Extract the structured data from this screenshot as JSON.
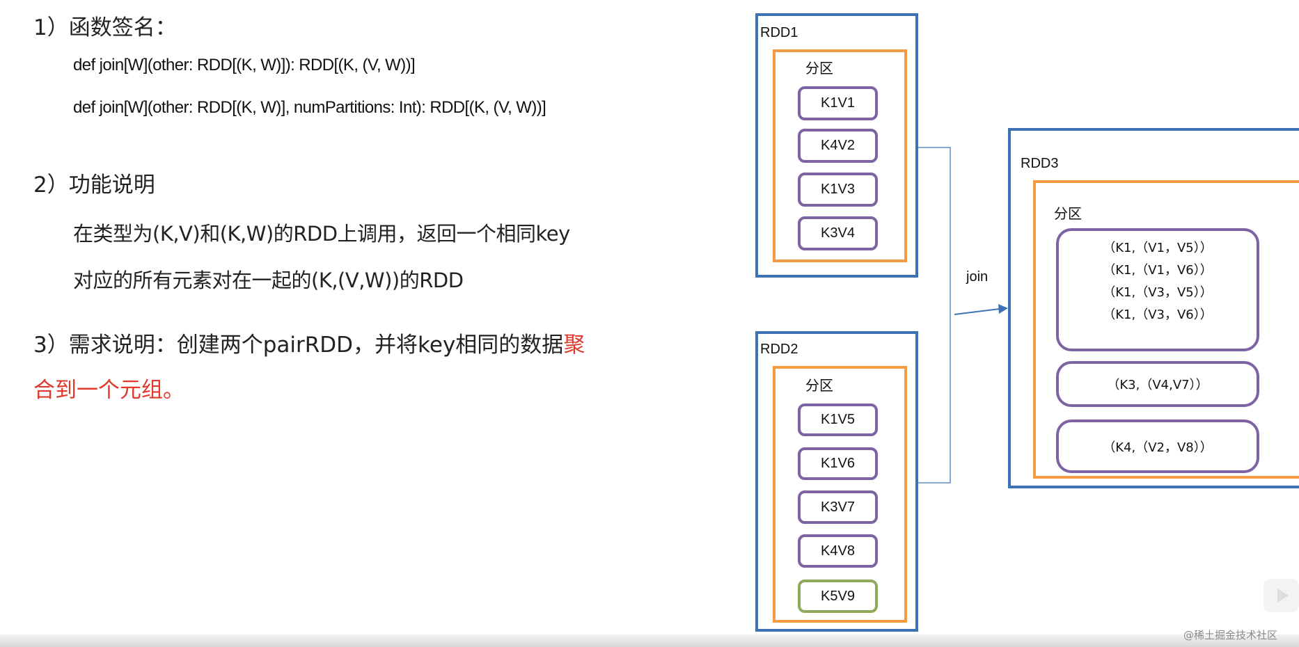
{
  "left": {
    "section1_title": "1）函数签名：",
    "signature1": "def join[W](other: RDD[(K, W)]): RDD[(K, (V, W))]",
    "signature2": "def join[W](other: RDD[(K, W)], numPartitions: Int): RDD[(K, (V, W))]",
    "section2_title": "2）功能说明",
    "desc_line1": "在类型为(K,V)和(K,W)的RDD上调用，返回一个相同key",
    "desc_line2": "对应的所有元素对在一起的(K,(V,W))的RDD",
    "section3_prefix": "3）需求说明：创建两个pairRDD，并将key相同的数据",
    "section3_red_a": "聚",
    "section3_red_b": "合到一个元组。"
  },
  "diagram": {
    "rdd1": {
      "label": "RDD1",
      "partition": "分区",
      "items": [
        "K1V1",
        "K4V2",
        "K1V3",
        "K3V4"
      ]
    },
    "rdd2": {
      "label": "RDD2",
      "partition": "分区",
      "items": [
        "K1V5",
        "K1V6",
        "K3V7",
        "K4V8",
        "K5V9"
      ]
    },
    "join_label": "join",
    "rdd3": {
      "label": "RDD3",
      "partition": "分区",
      "group1": [
        "（K1,（V1，V5））",
        "（K1,（V1，V6））",
        "（K1,（V3，V5））",
        "（K1,（V3，V6））"
      ],
      "group2": "（K3,（V4,V7））",
      "group3": "（K4,（V2，V8））"
    }
  },
  "watermark": "@稀土掘金技术社区",
  "colors": {
    "rdd_border": "#3d72b4",
    "partition_border": "#f39a42",
    "item_border": "#7d63a3",
    "highlight_item_border": "#8fa95a",
    "accent_red": "#e0392b"
  }
}
